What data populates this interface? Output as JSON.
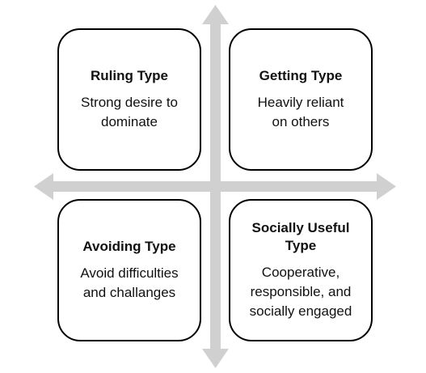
{
  "colors": {
    "arrow": "#d0d0d0",
    "box_border": "#000000",
    "box_fill": "#ffffff",
    "text": "#111111"
  },
  "quadrants": {
    "top_left": {
      "title": "Ruling Type",
      "description": "Strong desire to\ndominate"
    },
    "top_right": {
      "title": "Getting Type",
      "description": "Heavily reliant\non others"
    },
    "bottom_left": {
      "title": "Avoiding Type",
      "description": "Avoid difficulties\nand challanges"
    },
    "bottom_right": {
      "title": "Socially Useful\nType",
      "description": "Cooperative,\nresponsible, and\nsocially engaged"
    }
  }
}
